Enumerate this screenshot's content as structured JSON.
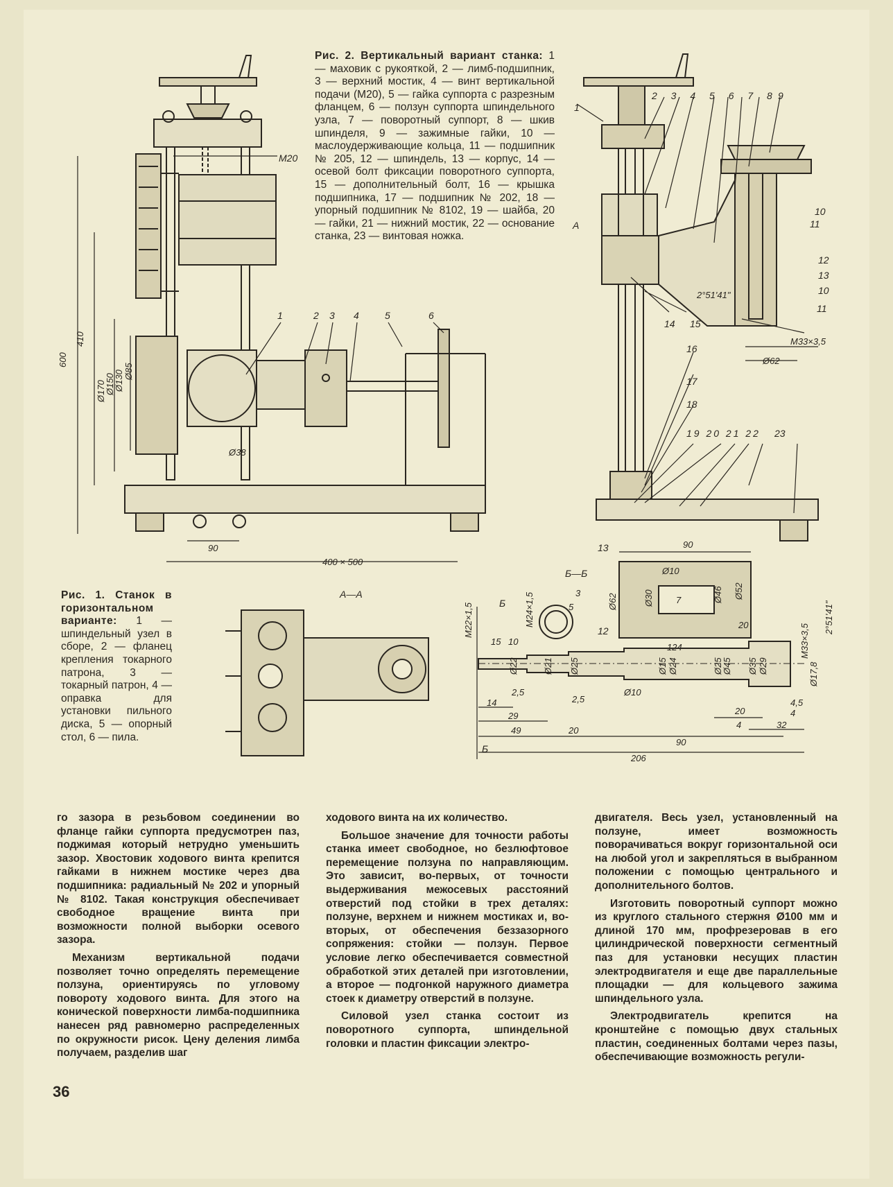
{
  "fig2_caption": {
    "title": "Рис. 2. Вертикальный вариант станка:",
    "text": "1 — маховик с рукояткой, 2 — лимб-подшипник, 3 — верхний мостик, 4 — винт вертикальной подачи (М20), 5 — гайка суппорта с разрезным фланцем, 6 — ползун суппорта шпиндельного узла, 7 — поворотный суппорт, 8 — шкив шпинделя, 9 — зажимные гайки, 10 — маслоудерживающие кольца, 11 — подшипник № 205, 12 — шпиндель, 13 — корпус, 14 — осевой болт фиксации поворотного суппорта, 15 — дополнительный болт, 16 — крышка подшипника, 17 — подшипник № 202, 18 — упорный подшипник № 8102, 19 — шайба, 20 — гайки, 21 — нижний мостик, 22 — основание станка, 23 — винтовая ножка."
  },
  "fig1_caption": {
    "title": "Рис. 1. Станок в горизонтальном варианте:",
    "text": "1 — шпиндельный узел в сборе, 2 — фланец крепления токарного патрона, 3 — токарный патрон, 4 — оправка для установки пильного диска, 5 — опорный стол, 6 — пила."
  },
  "fig1_labels": {
    "m20": "М20",
    "d600": "600",
    "d410": "410",
    "d170": "Ø170",
    "d150": "Ø150",
    "d130": "Ø130",
    "d85": "Ø85",
    "d38": "Ø38",
    "d90": "90",
    "base": "400 × 500",
    "n1": "1",
    "n2": "2",
    "n3": "3",
    "n4": "4",
    "n5": "5",
    "n6": "6"
  },
  "fig2_labels": {
    "n1": "1",
    "top_numbers": "2 3 4 5 6 7 8",
    "n9": "9",
    "n10": "10",
    "n11": "11",
    "n12": "12",
    "n13": "13",
    "n10b": "10",
    "n11b": "11",
    "n14": "14",
    "n15": "15",
    "n16": "16",
    "n17": "17",
    "n18": "18",
    "bottom_numbers": "19 20 21 22",
    "n23": "23",
    "angle": "2°51'41\"",
    "thread": "М33×3,5",
    "d62": "Ø62",
    "section_a": "А"
  },
  "section_labels": {
    "aa": "А—А",
    "bb": "Б—Б",
    "n13": "13",
    "n12": "12",
    "d90": "90",
    "d10": "Ø10",
    "d30": "Ø30",
    "d46": "Ø46",
    "d52": "Ø52",
    "d62": "Ø62",
    "d7": "7",
    "d124": "124",
    "d20": "20",
    "d3": "3",
    "d5": "5"
  },
  "shaft_labels": {
    "m22": "М22×1,5",
    "m24": "М24×1,5",
    "d15": "15",
    "d10a": "10",
    "d22": "Ø22",
    "d21": "Ø21",
    "d25": "Ø25",
    "d15b": "Ø15",
    "d24": "Ø24",
    "d25b": "Ø25",
    "d45": "Ø45",
    "d35": "Ø35",
    "d29": "Ø29",
    "d178": "Ø17,8",
    "m33": "М33×3,5",
    "angle": "2°51'41\"",
    "d25c": "2,5",
    "d25d": "2,5",
    "d10": "Ø10",
    "d14": "14",
    "d29b": "29",
    "d49": "49",
    "d20": "20",
    "d90": "90",
    "d206": "206",
    "d20b": "20",
    "d4": "4",
    "d32": "32",
    "d45b": "4,5",
    "d4b": "4",
    "b1": "Б",
    "b2": "Б"
  },
  "columns": {
    "col1": [
      "го зазора в резьбовом соединении во фланце гайки суппорта предусмотрен паз, поджимая который нетрудно уменьшить зазор. Хвостовик ходового винта крепится гайками в нижнем мостике через два подшипника: радиальный № 202 и упорный № 8102. Такая конструкция обеспечивает свободное вращение винта при возможности полной выборки осевого зазора.",
      "Механизм вертикальной подачи позволяет точно определять перемещение ползуна, ориентируясь по угловому повороту ходового винта. Для этого на конической поверхности лимба-подшипника нанесен ряд равномерно распределенных по окружности рисок. Цену деления лимба получаем, разделив шаг"
    ],
    "col2": [
      "ходового винта на их количество.",
      "Большое значение для точности работы станка имеет свободное, но безлюфтовое перемещение ползуна по направляющим. Это зависит, во-первых, от точности выдерживания межосевых расстояний отверстий под стойки в трех деталях: ползуне, верхнем и нижнем мостиках и, во-вторых, от обеспечения беззазорного сопряжения: стойки — ползун. Первое условие легко обеспечивается совместной обработкой этих деталей при изготовлении, а второе — подгонкой наружного диаметра стоек к диаметру отверстий в ползуне.",
      "Силовой узел станка состоит из поворотного суппорта, шпиндельной головки и пластин фиксации электро-"
    ],
    "col3": [
      "двигателя. Весь узел, установленный на ползуне, имеет возможность поворачиваться вокруг горизонтальной оси на любой угол и закрепляться в выбранном положении с помощью центрального и дополнительного болтов.",
      "Изготовить поворотный суппорт можно из круглого стального стержня Ø100 мм и длиной 170 мм, профрезеровав в его цилиндрической поверхности сегментный паз для установки несущих пластин электродвигателя и еще две параллельные площадки — для кольцевого зажима шпиндельного узла.",
      "Электродвигатель крепится на кронштейне с помощью двух стальных пластин, соединенных болтами через пазы, обеспечивающие возможность регули-"
    ]
  },
  "page_number": "36"
}
